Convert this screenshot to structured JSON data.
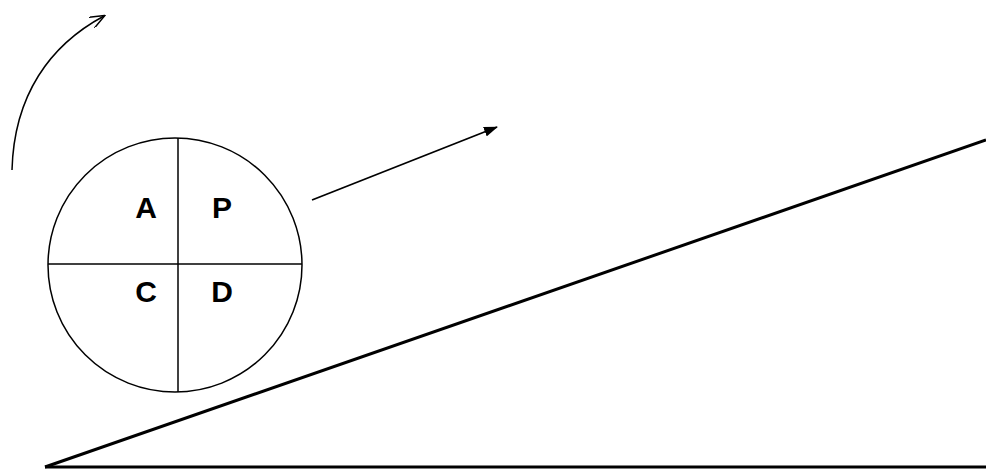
{
  "diagram": {
    "nodes": [
      {
        "text": [
          "A",
          "P",
          "C",
          "D"
        ]
      }
    ]
  }
}
